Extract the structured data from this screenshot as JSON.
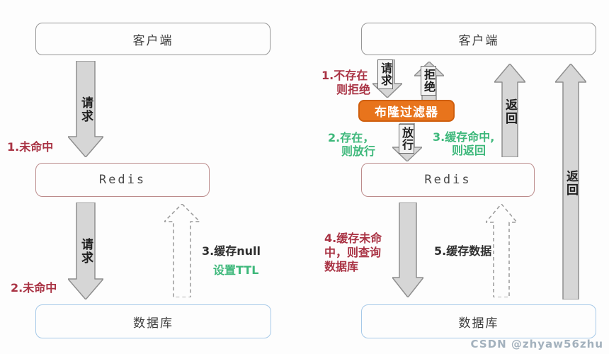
{
  "left": {
    "client": "客户端",
    "redis": "Redis",
    "database": "数据库",
    "request1": "请求",
    "request2": "请求",
    "miss1": "1.未命中",
    "miss2": "2.未命中",
    "cache_null": "3.缓存null",
    "set_ttl": "设置TTL"
  },
  "right": {
    "client": "客户端",
    "bloom": "布隆过滤器",
    "redis": "Redis",
    "database": "数据库",
    "request": "请求",
    "reject": "拒绝",
    "pass": "放行",
    "return_redis": "返回",
    "return_db": "返回",
    "note1": {
      "l1": "1.不存在",
      "l2": "则拒绝"
    },
    "note2": {
      "l1": "2.存在，",
      "l2": "则放行"
    },
    "note3": {
      "l1": "3.缓存命中,",
      "l2": "则返回"
    },
    "note4": {
      "l1": "4.缓存未命",
      "l2": "中，则查询",
      "l3": "数据库"
    },
    "note5": "5.缓存数据"
  },
  "watermark": "CSDN @zhyaw56zhu",
  "colors": {
    "annotation_red": "#a93344",
    "annotation_green": "#3eb87b",
    "bloom_orange": "#e8741c",
    "bloom_border": "#cf5f0e",
    "client_border": "#979797",
    "redis_border": "#bc8c8c",
    "database_border": "#a6c9e8",
    "arrow_fill": "#d6d6d6",
    "arrow_stroke": "#8f8f8f",
    "watermark_gray": "#a3b1bd"
  }
}
